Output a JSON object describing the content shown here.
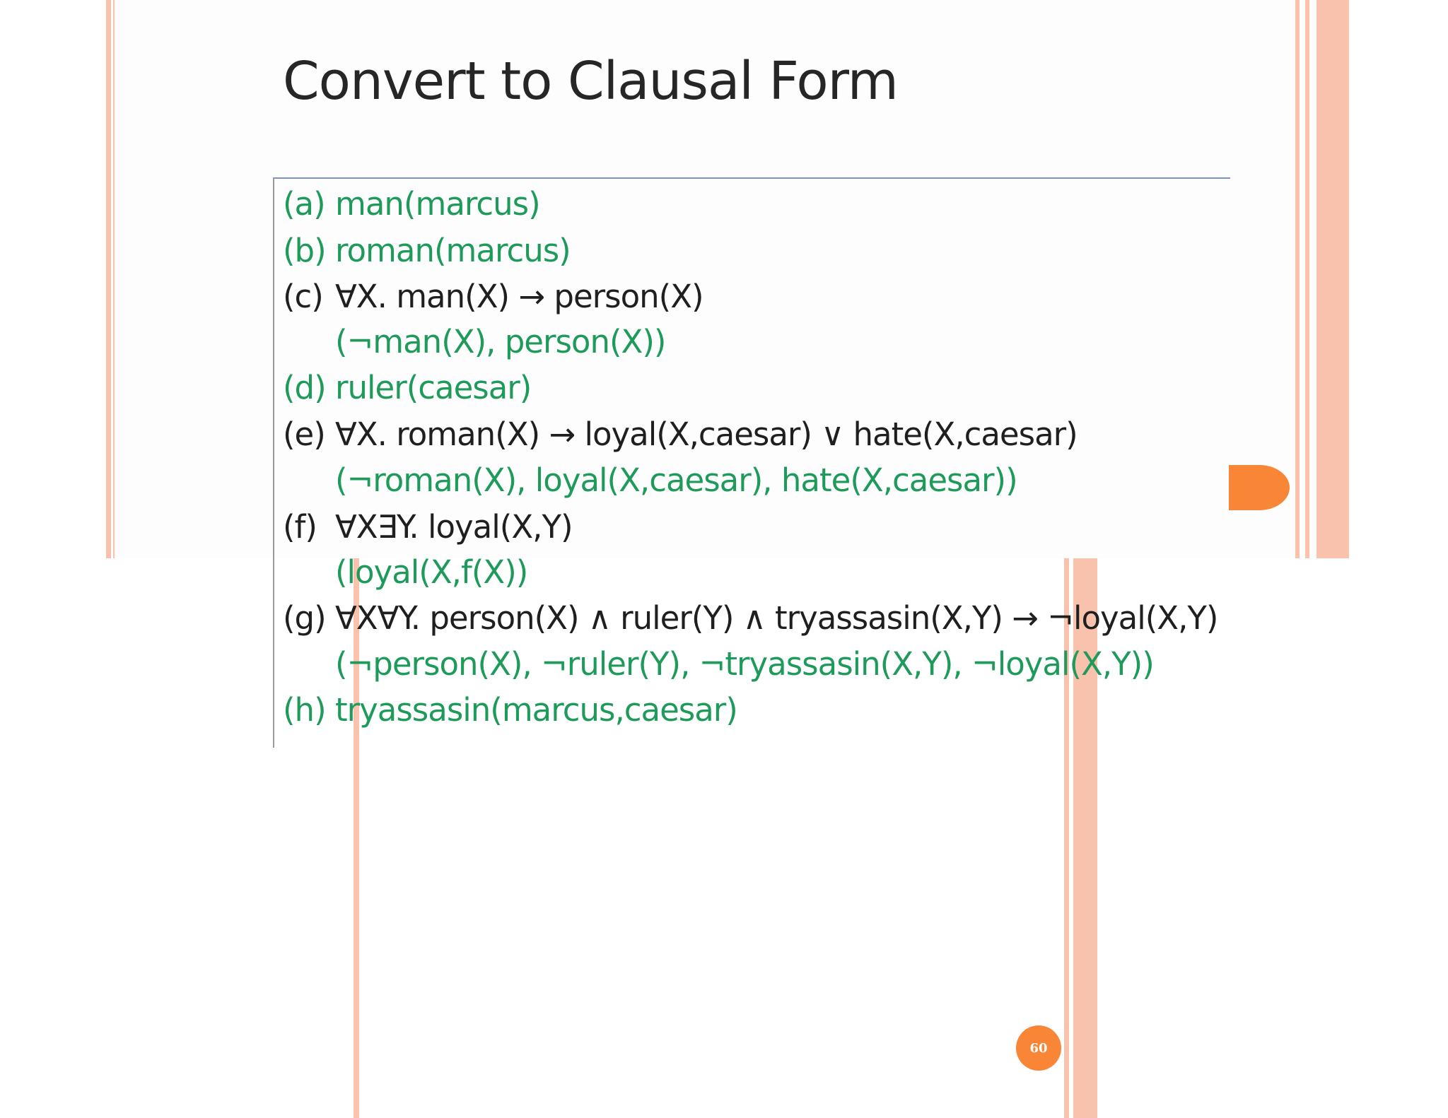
{
  "title": "Convert to Clausal Form",
  "items": [
    {
      "label": "(a)",
      "text": "man(marcus)",
      "color": "#1e9a5b"
    },
    {
      "label": "(b)",
      "text": "roman(marcus)",
      "color": "#1e9a5b"
    },
    {
      "label": "(c)",
      "text": "∀X. man(X) → person(X)",
      "color": "#1f1f1f"
    },
    {
      "label": "",
      "text": "(¬man(X), person(X))",
      "color": "#1e9a5b"
    },
    {
      "label": "(d)",
      "text": "ruler(caesar)",
      "color": "#1e9a5b"
    },
    {
      "label": "(e)",
      "text": "∀X. roman(X) → loyal(X,caesar) ∨ hate(X,caesar)",
      "color": "#1f1f1f"
    },
    {
      "label": "",
      "text": "(¬roman(X), loyal(X,caesar), hate(X,caesar))",
      "color": "#1e9a5b"
    },
    {
      "label": "(f)",
      "text": "∀X∃Y. loyal(X,Y)",
      "color": "#1f1f1f"
    },
    {
      "label": "",
      "text": "(loyal(X,f(X))",
      "color": "#1e9a5b"
    },
    {
      "label": "(g)",
      "text": "∀X∀Y. person(X) ∧ ruler(Y) ∧ tryassasin(X,Y) → ¬loyal(X,Y)",
      "color": "#1f1f1f"
    },
    {
      "label": "",
      "text": "(¬person(X), ¬ruler(Y), ¬tryassasin(X,Y), ¬loyal(X,Y))",
      "color": "#1e9a5b"
    },
    {
      "label": "(h)",
      "text": "tryassasin(marcus,caesar)",
      "color": "#1e9a5b"
    }
  ],
  "page_number": "60",
  "colors": {
    "accent": "#f98637",
    "border": "#f9c2ad",
    "green": "#1e9a5b"
  }
}
